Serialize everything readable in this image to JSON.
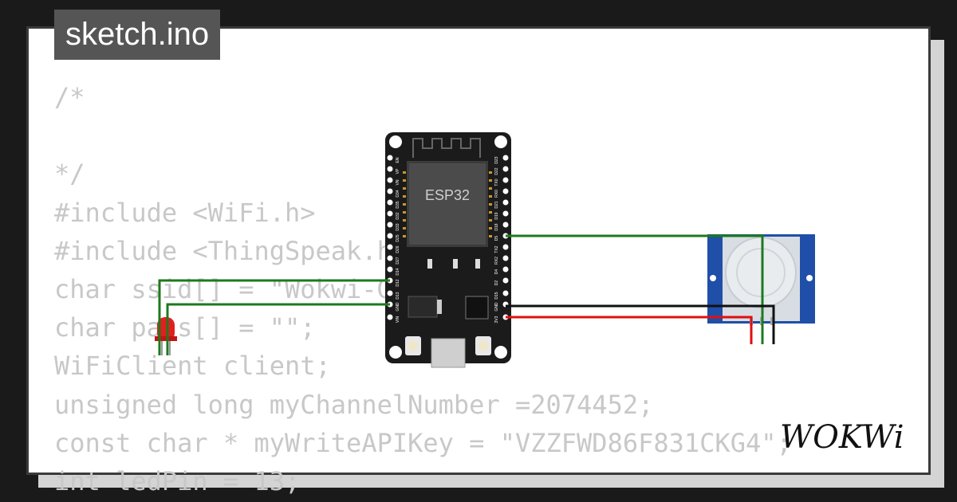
{
  "tab": {
    "title": "sketch.ino"
  },
  "code_lines": [
    "/*",
    "",
    "*/",
    "#include <WiFi.h>",
    "#include <ThingSpeak.h>",
    "char ssid[] = \"Wokwi-GUEST\";",
    "char pass[] = \"\";",
    "WiFiClient client;",
    "unsigned long myChannelNumber =2074452;",
    "const char * myWriteAPIKey = \"VZZFWD86F831CKG4\";",
    "int ledPin = 13;"
  ],
  "board": {
    "label": "ESP32",
    "left_pins": [
      "EN",
      "VP",
      "VN",
      "D34",
      "D35",
      "D32",
      "D33",
      "D25",
      "D26",
      "D27",
      "D14",
      "D12",
      "D13",
      "GND",
      "VIN"
    ],
    "right_pins": [
      "D23",
      "D22",
      "TX0",
      "RX0",
      "D21",
      "D19",
      "D18",
      "D5",
      "TX2",
      "RX2",
      "D4",
      "D2",
      "D15",
      "GND",
      "3V3"
    ]
  },
  "logo": {
    "text": "WOKWi",
    "icon": "wokwi-logo"
  },
  "colors": {
    "wire_green": "#1c7a1c",
    "wire_black": "#111111",
    "wire_red": "#e01010",
    "led_red": "#e02020",
    "pir_blue": "#1f4fa8",
    "board_black": "#1b1b1b"
  }
}
